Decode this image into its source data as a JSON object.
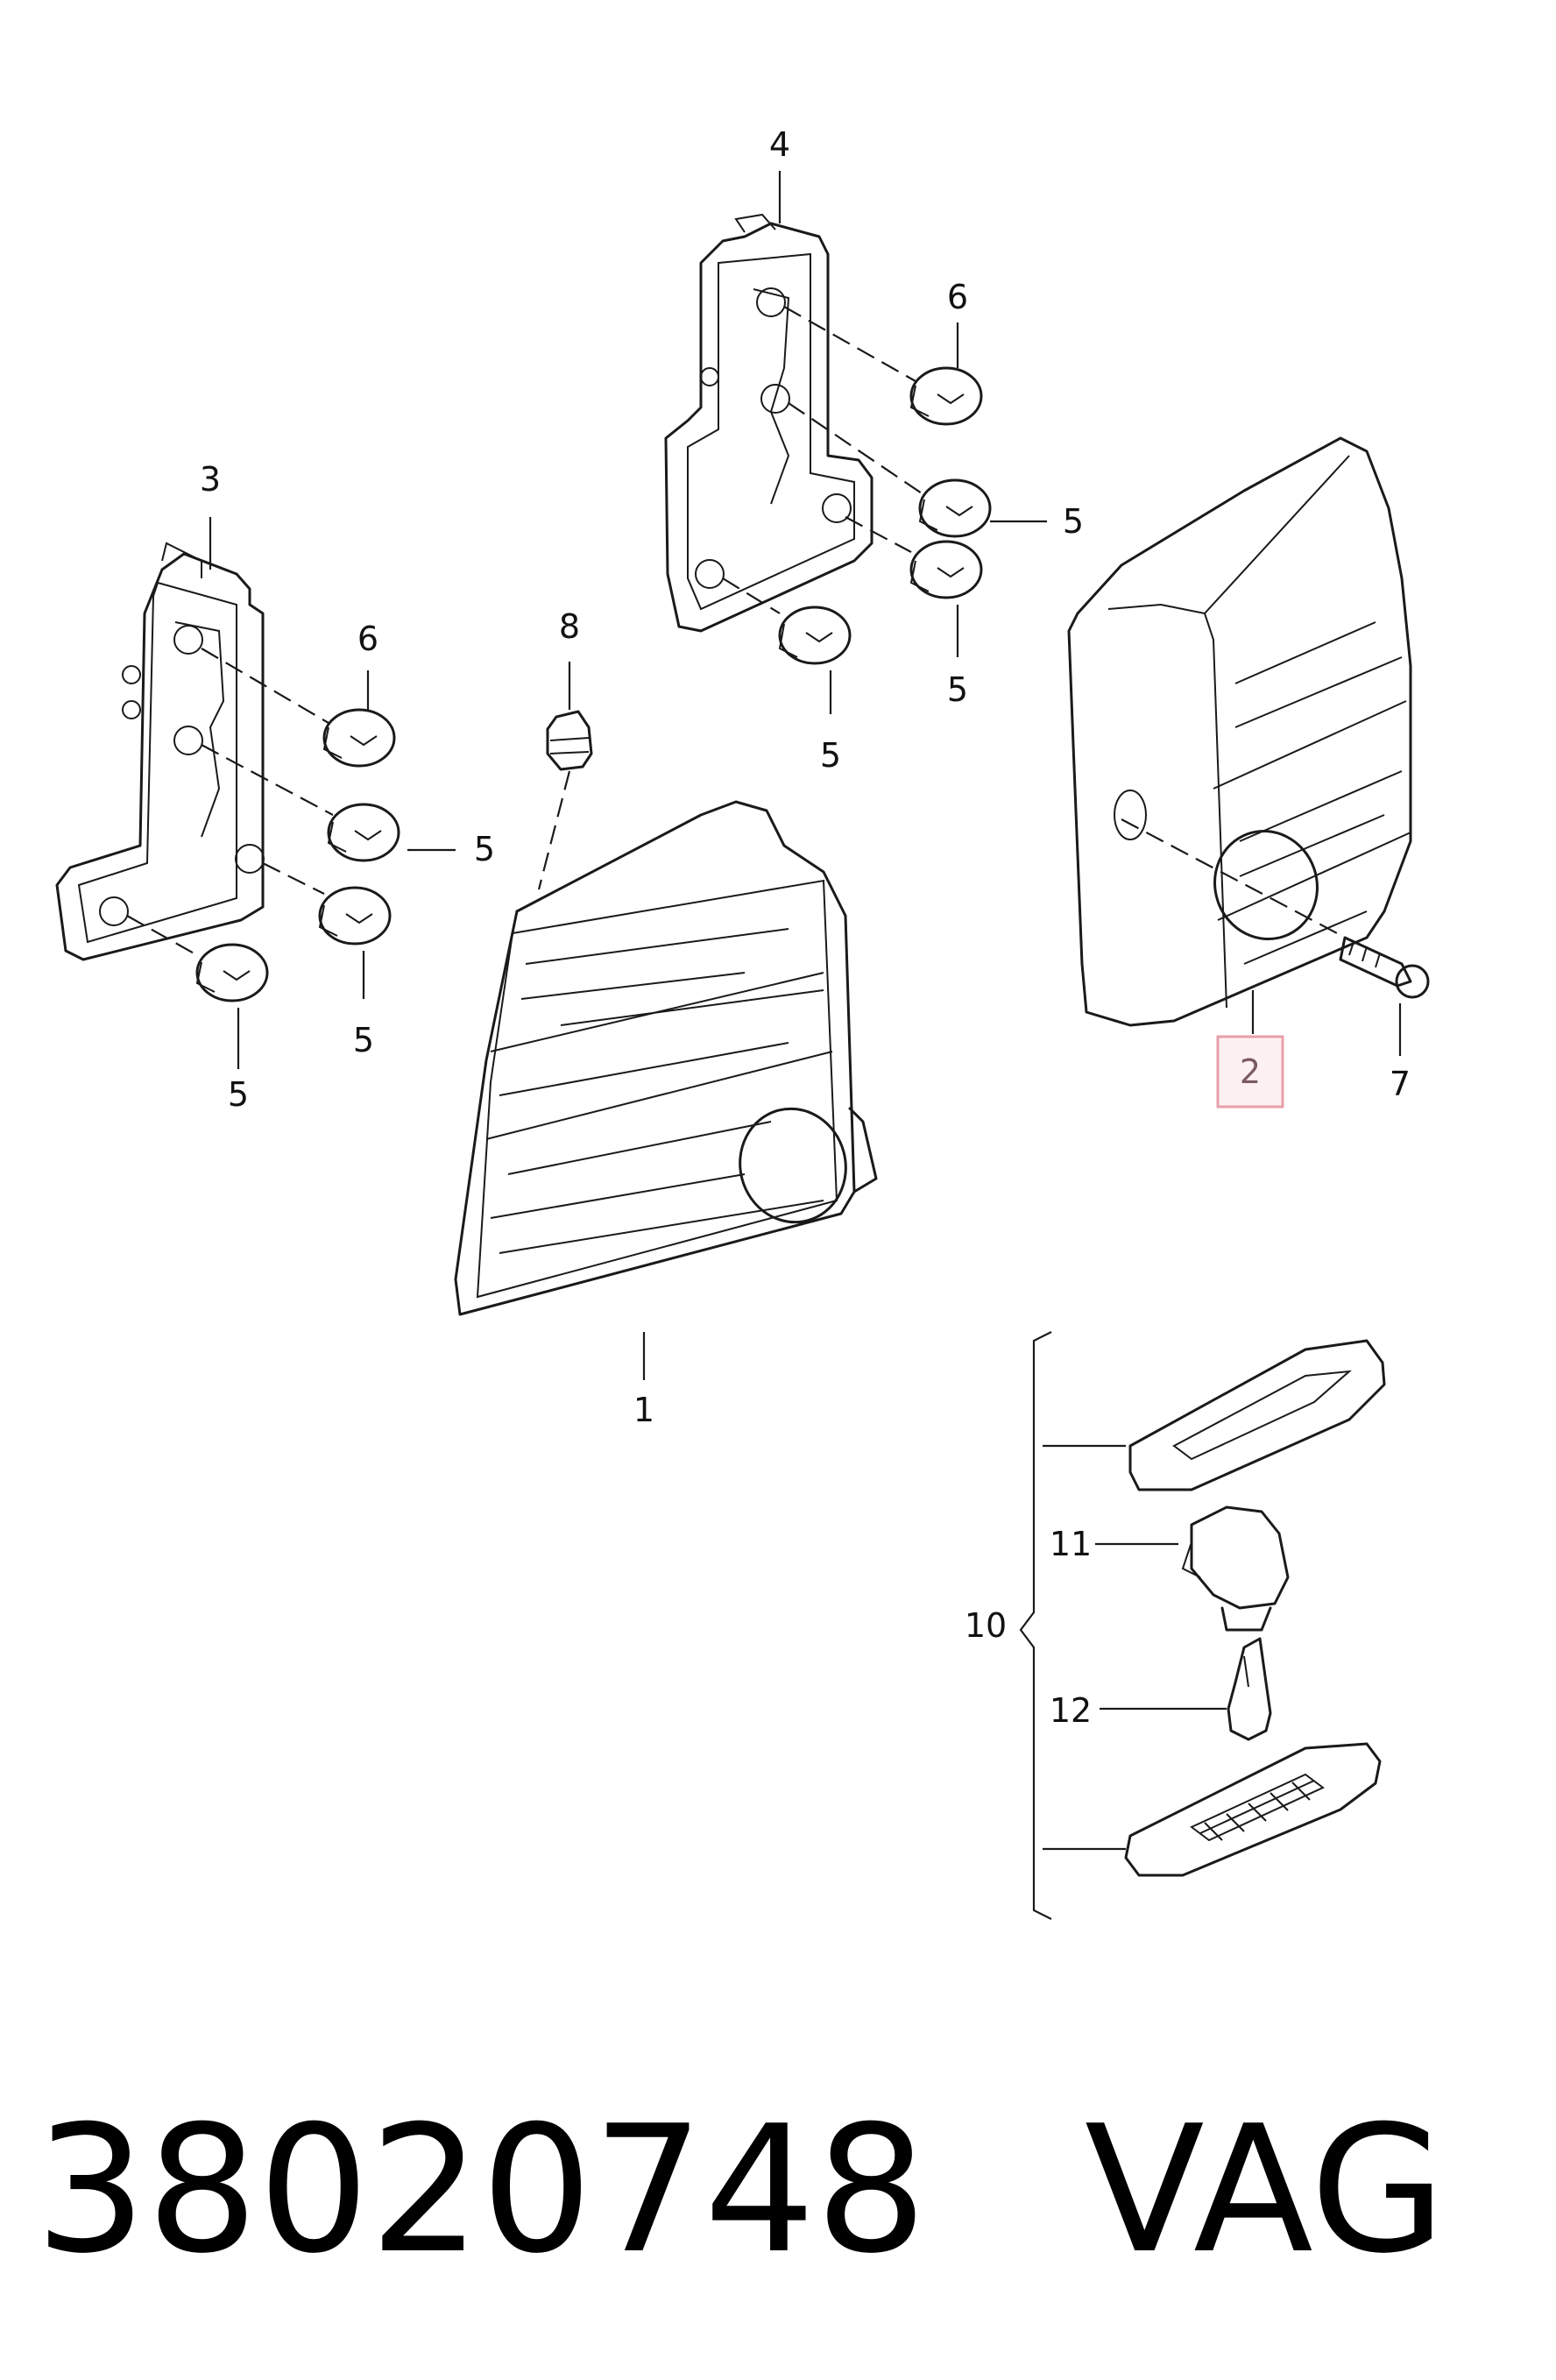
{
  "callouts": {
    "c1": "1",
    "c2": "2",
    "c3": "3",
    "c4": "4",
    "c5": "5",
    "c6": "6",
    "c7": "7",
    "c8": "8",
    "c10": "10",
    "c11": "11",
    "c12": "12"
  },
  "highlight": {
    "callout": "2",
    "color": "#e8a0a8",
    "fill": "#fdf0f2"
  },
  "caption": {
    "part_number": "38020748",
    "brand": "VAG"
  }
}
